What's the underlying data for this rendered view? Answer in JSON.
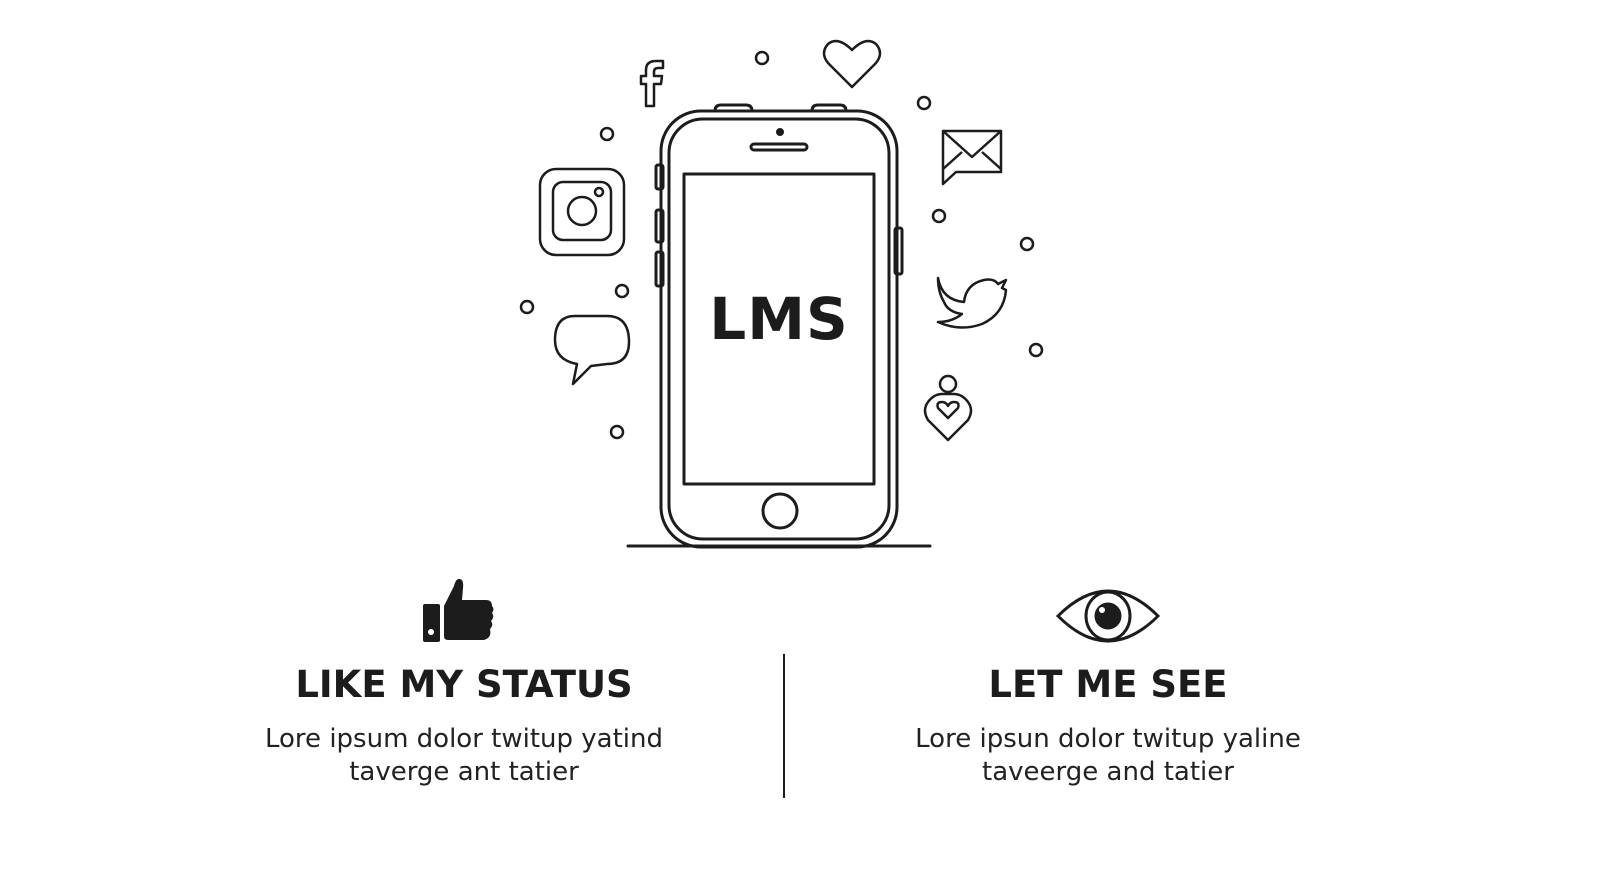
{
  "hero": {
    "screen_label": "LMS",
    "icons": [
      "facebook-icon",
      "heart-icon",
      "instagram-icon",
      "mail-icon",
      "chat-bubble-icon",
      "twitter-bird-icon",
      "heart-lock-icon"
    ],
    "stroke_color": "#1c1c1c",
    "background_color": "#ffffff"
  },
  "features": [
    {
      "icon": "thumbs-up-icon",
      "title": "LIKE MY STATUS",
      "description_line1": "Lore ipsum dolor twitup yatind",
      "description_line2": "taverge ant tatier"
    },
    {
      "icon": "eye-icon",
      "title": "LET ME SEE",
      "description_line1": "Lore ipsun dolor twitup yaline",
      "description_line2": "taveerge and tatier"
    }
  ]
}
